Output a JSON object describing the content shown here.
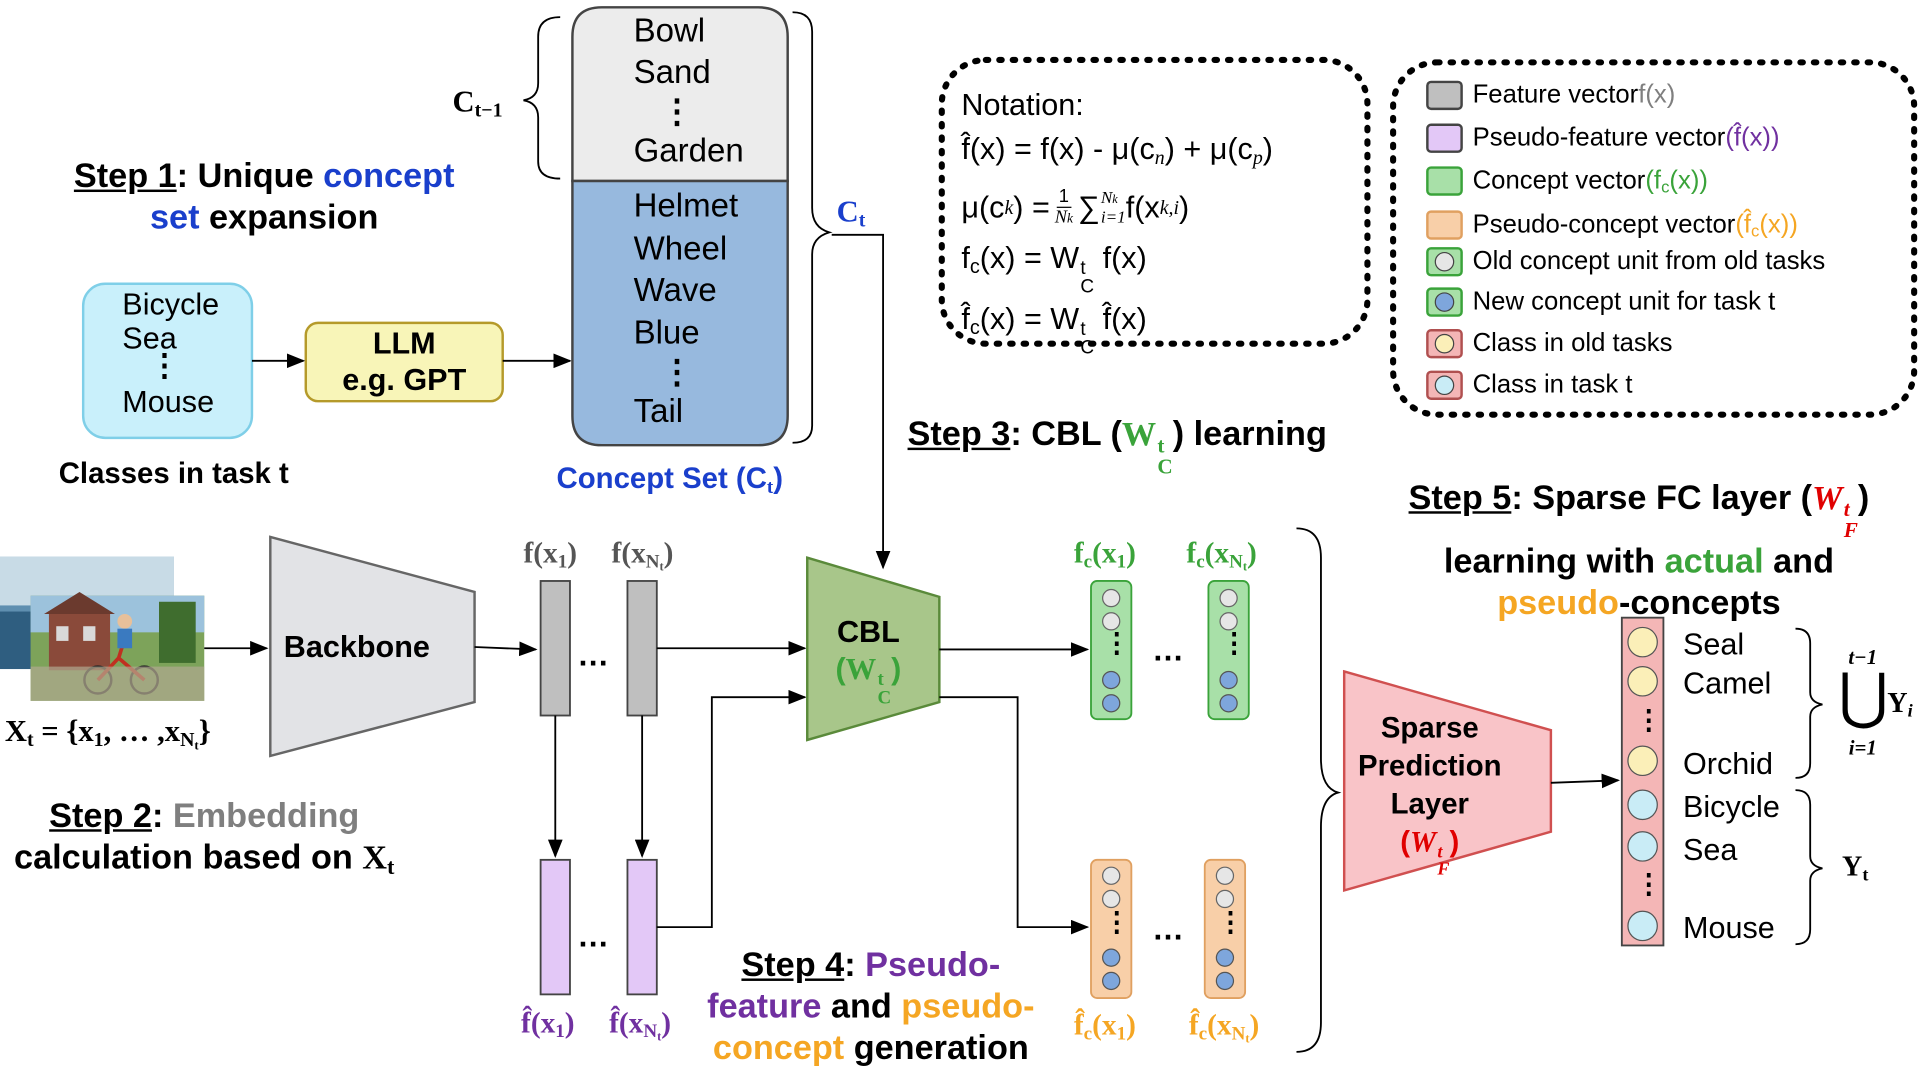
{
  "colors": {
    "concept_blue": "#1a3fcc",
    "gray_text": "#7f7f7f",
    "green": "#3aa33a",
    "purple": "#7030a0",
    "orange": "#f5a623",
    "red": "#e00000",
    "feature_gray": "#bfbfbf",
    "pseudo_feature": "#e3c8f7",
    "concept_green": "#a8e0a8",
    "pseudo_concept": "#f8cfa8",
    "old_concept": "#e6e6e6",
    "new_concept": "#7ea6dc",
    "class_bg": "#f4b6b6",
    "old_class": "#fbefb8",
    "new_class": "#c9ecf6"
  },
  "labels": {
    "c_prev": "C",
    "c_prev_sub": "t−1",
    "c_cur": "C",
    "c_cur_sub": "t",
    "classes_caption": "Classes in task t",
    "concept_set_caption": "Concept Set (C",
    "concept_set_sub": "t",
    "concept_set_close": ")",
    "llm_line1": "LLM",
    "llm_line2": "e.g. GPT",
    "backbone": "Backbone",
    "cbl_line1": "CBL",
    "cbl_w": "W",
    "cbl_sub": "C",
    "cbl_sup": "t",
    "sparse_line1": "Sparse",
    "sparse_line2": "Prediction",
    "sparse_line3": "Layer",
    "sparse_w": "W",
    "sparse_sub": "F",
    "sparse_sup": "t",
    "xt_eq": "X",
    "xt_sub": "t",
    "xt_rhs": " = {x",
    "xt_one": "1",
    "xt_mid": ", … ,x",
    "xt_n": "N",
    "xt_nsub": "t",
    "xt_close": "}",
    "ellipsis": "…",
    "vdots": "⋮"
  },
  "steps": {
    "step1": {
      "label": "Step 1",
      "rest1": ": Unique ",
      "concept": "concept",
      "set": "set",
      "expansion": " expansion"
    },
    "step2": {
      "label": "Step 2",
      "rest1": ": ",
      "embedding": "Embedding",
      "line2": "calculation based on ",
      "x": "X",
      "xsub": "t"
    },
    "step3": {
      "label": "Step 3",
      "rest1": ": CBL (",
      "w": "W",
      "sub": "C",
      "sup": "t",
      "rest2": ") learning"
    },
    "step4": {
      "label": "Step 4",
      "rest1": ": ",
      "pseudo": "Pseudo-",
      "feature": "feature",
      "and": " and ",
      "pseudo2": "pseudo-",
      "concept": "concept",
      "generation": " generation"
    },
    "step5": {
      "label": "Step 5",
      "rest1": ": Sparse FC layer (",
      "w": "W",
      "sub": "F",
      "sup": "t",
      "rest2": ")",
      "line2a": "learning with ",
      "actual": "actual",
      "line2b": " and",
      "pseudo": "pseudo",
      "line3": "-concepts"
    }
  },
  "task_classes": [
    "Bicycle",
    "Sea",
    "⋮",
    "Mouse"
  ],
  "concept_set": {
    "old": [
      "Bowl",
      "Sand",
      "⋮",
      "Garden"
    ],
    "new": [
      "Helmet",
      "Wheel",
      "Wave",
      "Blue",
      "⋮",
      "Tail"
    ]
  },
  "vector_labels": {
    "f": "f(x",
    "fhat": "f̂(x",
    "fc": "f",
    "fc_sub": "c",
    "fchat": "f̂",
    "one": "1",
    "n": "N",
    "nsub": "t",
    "close": ")"
  },
  "notation": {
    "title": "Notation:",
    "eq1_lhs": "f̂(x) = f(x) - μ(c",
    "eq1_n": "n",
    "eq1_mid": ") + μ(c",
    "eq1_p": "p",
    "eq1_end": ")",
    "eq2_lhs": "μ(c",
    "eq2_k": "k",
    "eq2_eq": ") = ",
    "eq2_num": "1",
    "eq2_den": "N",
    "eq2_densub": "k",
    "eq2_sum": "∑",
    "eq2_sumtop": "N",
    "eq2_sumtopsub": "k",
    "eq2_sumbot": "i=1",
    "eq2_body": " f(x",
    "eq2_bodysub": "k,i",
    "eq2_end": ")",
    "eq3_lhs": "f",
    "eq3_c": "c",
    "eq3_mid": "(x) = W",
    "eq3_sup": "t",
    "eq3_sub": "C",
    "eq3_end": " f(x)",
    "eq4_lhs": "f̂",
    "eq4_c": "c",
    "eq4_mid": "(x) = W",
    "eq4_sup": "t",
    "eq4_sub": "C",
    "eq4_end": " f̂(x)"
  },
  "legend": [
    {
      "text": "Feature vector ",
      "extra": "f(x)",
      "extra_color": "#7f7f7f"
    },
    {
      "text": "Pseudo-feature vector ",
      "extra": "(f̂(x))",
      "extra_color": "#7030a0"
    },
    {
      "text": "Concept vector ",
      "extra": "(f",
      "extra_sub": "c",
      "extra_end": "(x))",
      "extra_color": "#3aa33a"
    },
    {
      "text": "Pseudo-concept vector ",
      "extra": "(f̂",
      "extra_sub": "c",
      "extra_end": "(x))",
      "extra_color": "#f5a623"
    },
    {
      "text": "Old concept unit from old tasks"
    },
    {
      "text": "New concept unit for task t"
    },
    {
      "text": "Class in old tasks"
    },
    {
      "text": "Class in task t"
    }
  ],
  "output_classes": {
    "old": [
      "Seal",
      "Camel",
      "Orchid"
    ],
    "new": [
      "Bicycle",
      "Sea",
      "Mouse"
    ],
    "old_union_top": "t−1",
    "old_union_sym": "⋃",
    "old_union_bot": "i=1",
    "old_union_y": "Y",
    "old_union_i": "i",
    "new_y": "Y",
    "new_t": "t"
  }
}
